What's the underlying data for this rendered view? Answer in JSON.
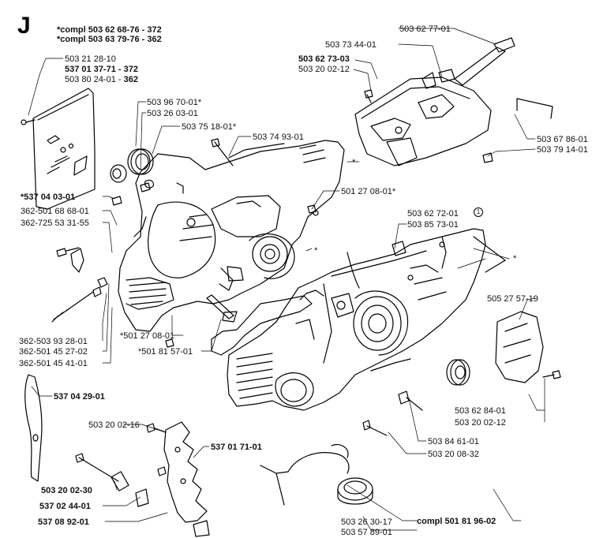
{
  "section_letter": "J",
  "assembly_notes": [
    "*compl 503 62 68-76 - 372",
    "*compl 503 63 79-76 - 362"
  ],
  "labels": {
    "l_5036277": "503 62 77-01",
    "l_5037344": "503 73 44-01",
    "l_5036273": "503 62 73-03",
    "l_5032002_12a": "503 20 02-12",
    "l_5032128": "503 21 28-10",
    "l_5370137": "537 01 37-71 - 372",
    "l_5038024": "503 80 24-01 - 362",
    "l_5039670": "503 96 70-01*",
    "l_5032603": "503 26 03-01",
    "l_5037518": "503 75 18-01*",
    "l_5037493": "503 74 93-01",
    "l_5036786": "503 67 86-01",
    "l_5037914": "503 79 14-01",
    "l_5370403": "*537 04 03-01",
    "l_5016868": "362-501 68 68-01",
    "l_7255331": "362-725 53 31-55",
    "l_5012708a": "501 27 08-01*",
    "l_5036272": "503 62 72-01",
    "l_5038573": "503 85 73-01",
    "l_5052757": "505 27 57-19",
    "l_5039328": "362-503 93 28-01",
    "l_5014527": "362-501 45 27-02",
    "l_5014541": "362-501 45 41-01",
    "l_5012708b": "*501 27 08-01",
    "l_5018157": "*501 81 57-01",
    "l_5370429": "537 04 29-01",
    "l_5032002_16": "503 20 02-16",
    "l_5370171": "537 01 71-01",
    "l_5036284": "503 62 84-01",
    "l_5032002_12b": "503 20 02-12",
    "l_5038461": "503 84 61-01",
    "l_5032008": "503 20 08-32",
    "l_5032002_30": "503 20 02-30",
    "l_5370244": "537 02 44-01",
    "l_5370892": "537 08 92-01",
    "l_5032630": "503 26 30-17",
    "l_5035789": "503 57 89-01",
    "l_5018196": "compl 501 81 96-02"
  },
  "circled_mark": "1",
  "asterisk": "*"
}
